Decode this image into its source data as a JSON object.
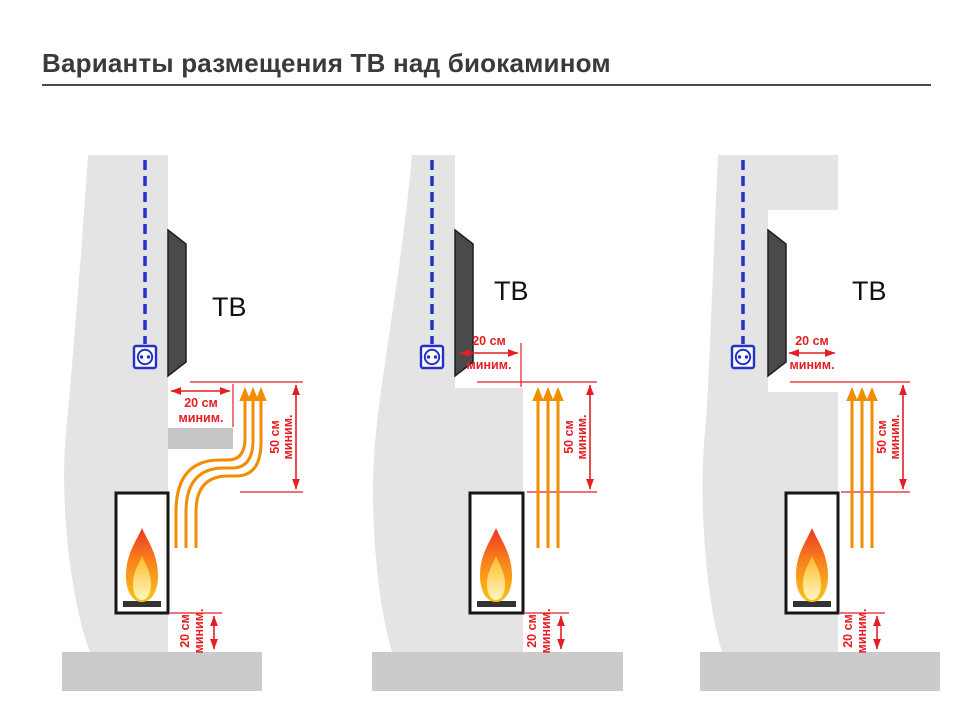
{
  "title": "Варианты размещения ТВ над биокамином",
  "variants": [
    {
      "tv_label": "ТВ",
      "tv_clearance": {
        "value": "20 см",
        "qualifier": "миним."
      },
      "heat_clearance": {
        "value": "50 см",
        "qualifier": "миним."
      },
      "floor_clearance": {
        "value": "20 см",
        "qualifier": "миним."
      }
    },
    {
      "tv_label": "ТВ",
      "tv_clearance": {
        "value": "20 см",
        "qualifier": "миним."
      },
      "heat_clearance": {
        "value": "50 см",
        "qualifier": "миним."
      },
      "floor_clearance": {
        "value": "20 см",
        "qualifier": "миним."
      }
    },
    {
      "tv_label": "ТВ",
      "tv_clearance": {
        "value": "20 см",
        "qualifier": "миним."
      },
      "heat_clearance": {
        "value": "50 см",
        "qualifier": "миним."
      },
      "floor_clearance": {
        "value": "20 см",
        "qualifier": "миним."
      }
    }
  ],
  "icons": {
    "socket": "power-socket-icon",
    "cable": "power-cable-dashed-line",
    "flame": "flame-icon",
    "heat": "heat-flow-arrow-icon"
  },
  "colors": {
    "title-ink": "#3a3a3a",
    "rule-ink": "#4a4a4a",
    "ink": "#111111",
    "wall": "#e4e4e4",
    "floor": "#cbcbcb",
    "shelf": "#c6c6c6",
    "tv": "#4a4a4a",
    "tv-edge": "#1e1e1e",
    "dim-red": "#e31e24",
    "heat-orange": "#f28c00",
    "cable-blue": "#2431c8"
  }
}
